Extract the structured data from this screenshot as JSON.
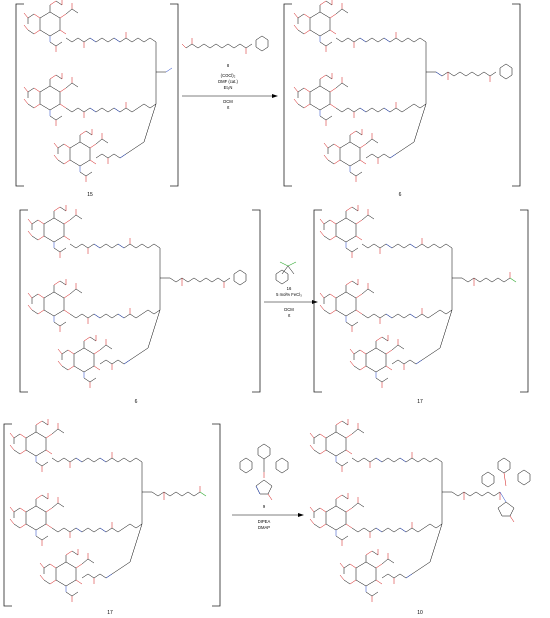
{
  "rows": [
    {
      "left_label": "15",
      "right_label": "6",
      "above_arrow": [
        "8"
      ],
      "below_arrow": [
        "(COCl)₂",
        "DMF (cat.)",
        "Et₃N",
        "DCM",
        "rt"
      ],
      "reagent_structure": "carboxylic-acid-benzyl-ester"
    },
    {
      "left_label": "6",
      "right_label": "17",
      "above_arrow": [
        "16"
      ],
      "below_arrow": [
        "5 mol% FeCl₃",
        "DCM",
        "rt"
      ],
      "reagent_structure": "dichlorodiphenylmethane"
    },
    {
      "left_label": "17",
      "right_label": "10",
      "above_arrow": [
        "9"
      ],
      "below_arrow": [
        "DIPEA",
        "DMAP"
      ],
      "reagent_structure": "dmt-hydroxyprolinol"
    }
  ],
  "colors": {
    "bond": "#000000",
    "oxygen": "#d01010",
    "nitrogen": "#1a3fc4",
    "chlorine": "#2fa82f"
  }
}
